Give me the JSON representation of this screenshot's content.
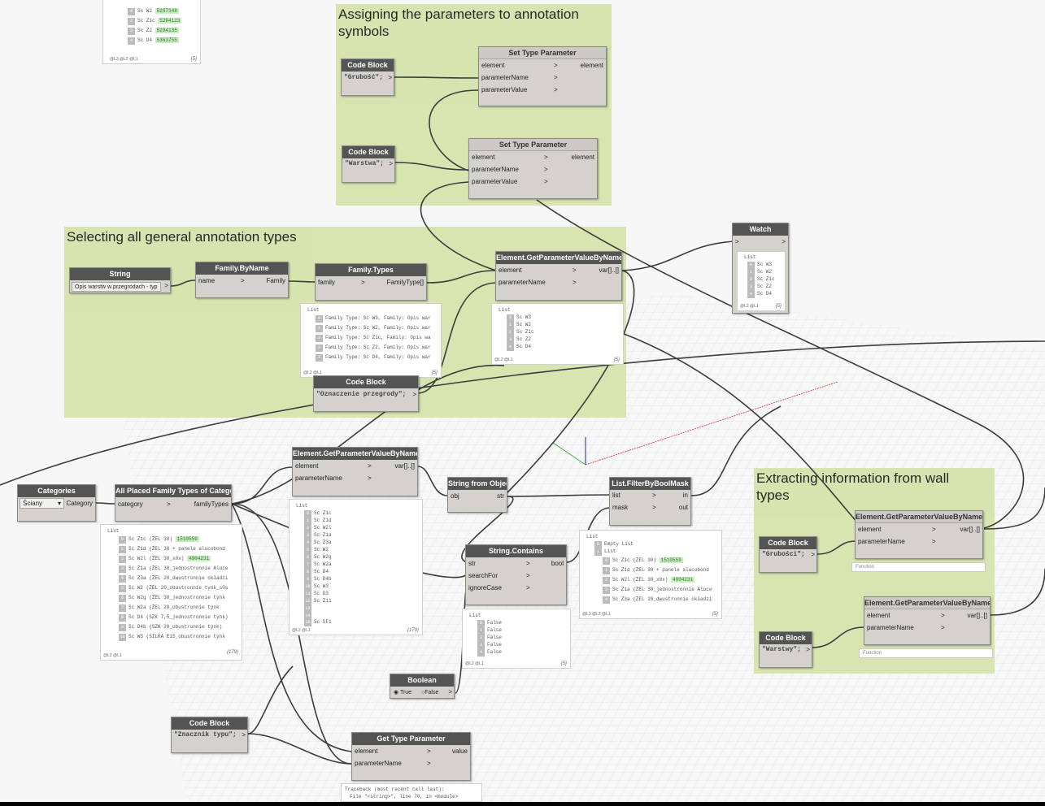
{
  "groups": {
    "assign": "Assigning the parameters to annotation symbols",
    "select": "Selecting all general annotation types",
    "extract": "Extracting information from wall types"
  },
  "nodes": {
    "top_preview": {
      "rows": [
        {
          "i": "4",
          "t": "Sc W2",
          "v": "5287348"
        },
        {
          "i": "2",
          "t": "Sc Z1c",
          "v": "5294123"
        },
        {
          "i": "3",
          "t": "Sc Z2",
          "v": "5294135"
        },
        {
          "i": "4",
          "t": "Sc D4",
          "v": "5363755"
        }
      ],
      "foot": "@L3 @L2 @L1",
      "count": "{5}"
    },
    "cb_grubosc": {
      "title": "Code Block",
      "code": "\"Grubość\";"
    },
    "cb_warstwa": {
      "title": "Code Block",
      "code": "\"Warstwa\";"
    },
    "stp1": {
      "title": "Set Type Parameter",
      "in": [
        "element",
        "parameterName",
        "parameterValue"
      ],
      "out": "element"
    },
    "stp2": {
      "title": "Set Type Parameter",
      "in": [
        "element",
        "parameterName",
        "parameterValue"
      ],
      "out": "element"
    },
    "string": {
      "title": "String",
      "value": "Opis warstw w przegrodach - typ"
    },
    "fam_byname": {
      "title": "Family.ByName",
      "in": "name",
      "out": "Family"
    },
    "fam_types": {
      "title": "Family.Types",
      "in": "family",
      "out": "FamilyType[]"
    },
    "fam_types_preview": {
      "head": "List",
      "rows": [
        {
          "i": "0",
          "t": "Family Type: Sc W3, Family: Opis war"
        },
        {
          "i": "1",
          "t": "Family Type: Sc W2, Family: Opis war"
        },
        {
          "i": "2",
          "t": "Family Type: Sc Z1c, Family: Opis wa"
        },
        {
          "i": "3",
          "t": "Family Type: Sc Z2, Family: Opis war"
        },
        {
          "i": "4",
          "t": "Family Type: Sc D4, Family: Opis war"
        }
      ],
      "foot": "@L2 @L1",
      "count": "{5}"
    },
    "cb_oznaczenie": {
      "title": "Code Block",
      "code": "\"Oznaczenie przegrody\";"
    },
    "egp_top": {
      "title": "Element.GetParameterValueByName",
      "in": [
        "element",
        "parameterName"
      ],
      "out": "var[]..[]"
    },
    "egp_top_preview": {
      "head": "List",
      "rows": [
        {
          "i": "0",
          "t": "Sc W3"
        },
        {
          "i": "1",
          "t": "Sc W2"
        },
        {
          "i": "2",
          "t": "Sc Z1c"
        },
        {
          "i": "3",
          "t": "Sc Z2"
        },
        {
          "i": "4",
          "t": "Sc D4"
        }
      ],
      "foot": "@L2 @L1",
      "count": "{5}"
    },
    "watch": {
      "title": "Watch",
      "head": "List",
      "rows": [
        {
          "i": "0",
          "t": "Sc W3"
        },
        {
          "i": "1",
          "t": "Sc W2"
        },
        {
          "i": "2",
          "t": "Sc Z1c"
        },
        {
          "i": "3",
          "t": "Sc Z2"
        },
        {
          "i": "4",
          "t": "Sc D4"
        }
      ],
      "foot": "@L2 @L1",
      "count": "{5}"
    },
    "categories": {
      "title": "Categories",
      "value": "Ściany",
      "out": "Category"
    },
    "all_placed": {
      "title": "All Placed Family Types of Category",
      "in": "category",
      "out": "familyTypes"
    },
    "all_placed_preview": {
      "head": "List",
      "rows": [
        {
          "i": "0",
          "t": "Sc Z1c (ŻEL 30)",
          "v": "1510559"
        },
        {
          "i": "1",
          "t": "Sc Z1d (ŻEL 30 + panele alucobond"
        },
        {
          "i": "2",
          "t": "Sc W2l (ŻEL 30_x0x)",
          "v": "4904231"
        },
        {
          "i": "3",
          "t": "Sc Z1a (ŻEL 30_jednostronnie Aluce"
        },
        {
          "i": "4",
          "t": "Sc Z3a (ŻEL 20_dwustronnie okładzi"
        },
        {
          "i": "5",
          "t": "Sc W2 (ŻEL 20_obustronnie tynk_s0s"
        },
        {
          "i": "6",
          "t": "Sc W2g (ŻEL 30_jednostronnie tynk"
        },
        {
          "i": "7",
          "t": "Sc W2a (ŻEL 20_obustronnie tynk"
        },
        {
          "i": "8",
          "t": "Sc D4 (SZK 7,5_jednostronnie tynk)"
        },
        {
          "i": "9",
          "t": "Sc D4b (SZK 20_obustronnie tynk)"
        },
        {
          "i": "10",
          "t": "Sc W3 (SILKA E15_obustronnie tynk"
        }
      ],
      "foot": "@L2 @L1",
      "count": "{179}"
    },
    "egp_mid": {
      "title": "Element.GetParameterValueByName",
      "in": [
        "element",
        "parameterName"
      ],
      "out": "var[]..[]"
    },
    "egp_mid_preview": {
      "head": "List",
      "rows": [
        {
          "i": "0",
          "t": "Sc Z1c"
        },
        {
          "i": "1",
          "t": "Sc Z1d"
        },
        {
          "i": "2",
          "t": "Sc W2l"
        },
        {
          "i": "3",
          "t": "Sc Z1a"
        },
        {
          "i": "4",
          "t": "Sc Z3a"
        },
        {
          "i": "5",
          "t": "Sc W2"
        },
        {
          "i": "6",
          "t": "Sc W2g"
        },
        {
          "i": "7",
          "t": "Sc W2a"
        },
        {
          "i": "8",
          "t": "Sc D4"
        },
        {
          "i": "9",
          "t": "Sc D4b"
        },
        {
          "i": "10",
          "t": "Sc W3"
        },
        {
          "i": "11",
          "t": "Sc D3"
        },
        {
          "i": "12",
          "t": "Sc Z11"
        },
        {
          "i": "13",
          "t": ""
        },
        {
          "i": "14",
          "t": ""
        },
        {
          "i": "15",
          "t": "Sc SF1"
        }
      ],
      "foot": "@L2 @L1",
      "count": "{179}"
    },
    "sfo": {
      "title": "String from Object",
      "in": "obj",
      "out": "str"
    },
    "contains": {
      "title": "String.Contains",
      "in": [
        "str",
        "searchFor",
        "ignoreCase"
      ],
      "out": "bool"
    },
    "contains_preview": {
      "head": "List",
      "rows": [
        {
          "i": "0",
          "t": "False"
        },
        {
          "i": "1",
          "t": "False"
        },
        {
          "i": "2",
          "t": "False"
        },
        {
          "i": "3",
          "t": "False"
        },
        {
          "i": "4",
          "t": "False"
        }
      ],
      "foot": "@L2 @L1",
      "count": "{5}"
    },
    "filter": {
      "title": "List.FilterByBoolMask",
      "in": [
        "list",
        "mask"
      ],
      "out": [
        "in",
        "out"
      ]
    },
    "filter_preview": {
      "head": "List",
      "rows": [
        {
          "i": "0",
          "t": "Empty List"
        },
        {
          "i": "1",
          "t": "List"
        },
        {
          "i": "0",
          "t": "Sc Z1c (ŻEL 30)",
          "v": "1510559"
        },
        {
          "i": "1",
          "t": "Sc Z1d (ŻEL 30 + panele alucobond"
        },
        {
          "i": "2",
          "t": "Sc W2l (ŻEL 30_x0x)",
          "v": "4904231"
        },
        {
          "i": "3",
          "t": "Sc Z1a (ŻEL 30_jednostronnie Aluce"
        },
        {
          "i": "4",
          "t": "Sc Z3a (ŻEL 20_dwustronnie okładzi"
        }
      ],
      "foot": "@L3 @L2 @L1",
      "count": "{5}"
    },
    "boolean": {
      "title": "Boolean",
      "t": "True",
      "f": "False"
    },
    "cb_znacznik": {
      "title": "Code Block",
      "code": "\"Znacznik typu\";"
    },
    "gtp": {
      "title": "Get Type Parameter",
      "in": [
        "element",
        "parameterName"
      ],
      "out": "value"
    },
    "gtp_error": {
      "l1": "Traceback (most recent call last):",
      "l2": "File \"<string>\", line 70, in <module>"
    },
    "cb_grubosci": {
      "title": "Code Block",
      "code": "\"Grubości\";"
    },
    "cb_warstwy": {
      "title": "Code Block",
      "code": "\"Warstwy\";"
    },
    "egp_r1": {
      "title": "Element.GetParameterValueByName",
      "in": [
        "element",
        "parameterName"
      ],
      "out": "var[]..[]",
      "fn": "Function"
    },
    "egp_r2": {
      "title": "Element.GetParameterValueByName",
      "in": [
        "element",
        "parameterName"
      ],
      "out": "var[]..[]",
      "fn": "Function"
    }
  },
  "colors": {
    "group_bg": "#d6e4ad",
    "node_header": "#545454",
    "node_body": "#d5d2cd",
    "wire": "#3c3c3c",
    "highlight": "#c9ecc1"
  }
}
